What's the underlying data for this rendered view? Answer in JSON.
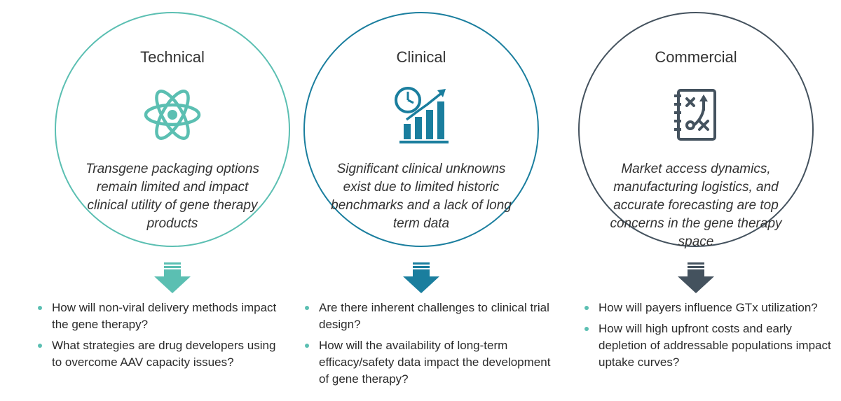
{
  "colors": {
    "technical": "#5bbfb2",
    "clinical": "#1a7e9e",
    "commercial": "#44525e"
  },
  "columns": [
    {
      "key": "technical",
      "title": "Technical",
      "icon": "atom-icon",
      "description": "Transgene packaging options remain limited and impact clinical utility of gene therapy products",
      "bullets": [
        "How will non-viral delivery methods impact the gene therapy?",
        "What strategies are drug developers using to overcome AAV capacity issues?"
      ]
    },
    {
      "key": "clinical",
      "title": "Clinical",
      "icon": "clock-bar-chart-icon",
      "description": "Significant clinical unknowns exist due to limited historic benchmarks and a lack of long term data",
      "bullets": [
        "Are there inherent challenges to clinical trial design?",
        "How will the availability of long-term efficacy/safety data impact the development of gene therapy?"
      ]
    },
    {
      "key": "commercial",
      "title": "Commercial",
      "icon": "strategy-playbook-icon",
      "description": "Market access dynamics, manufacturing logistics, and accurate forecasting are top concerns in the gene therapy space",
      "bullets": [
        "How will payers influence GTx utilization?",
        "How will high upfront costs and early depletion of addressable populations impact uptake curves?"
      ]
    }
  ]
}
